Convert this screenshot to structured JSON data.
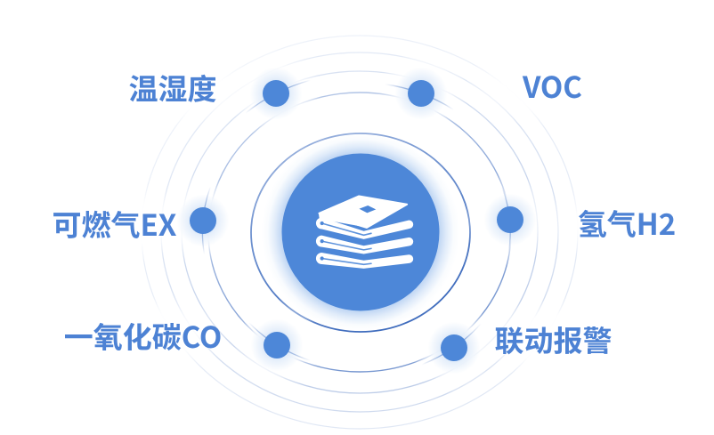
{
  "diagram": {
    "type": "hub-spoke-feature-diagram",
    "hub": {
      "icon": "book-stack-icon",
      "color": "#4d87d8"
    },
    "nodes": [
      {
        "label": "温湿度",
        "position": "top-left"
      },
      {
        "label": "VOC",
        "position": "top-right"
      },
      {
        "label": "可燃气EX",
        "position": "left"
      },
      {
        "label": "氢气H2",
        "position": "right"
      },
      {
        "label": "一氧化碳CO",
        "position": "bottom-left"
      },
      {
        "label": "联动报警",
        "position": "bottom-right"
      }
    ],
    "colors": {
      "node_dot": "#4d87d8",
      "label_text": "#4d82d4",
      "ring_stroke": "#4d78c4",
      "hub_fill": "#4d87d8",
      "hub_glow": "#bed5f3",
      "background": "#ffffff"
    }
  }
}
